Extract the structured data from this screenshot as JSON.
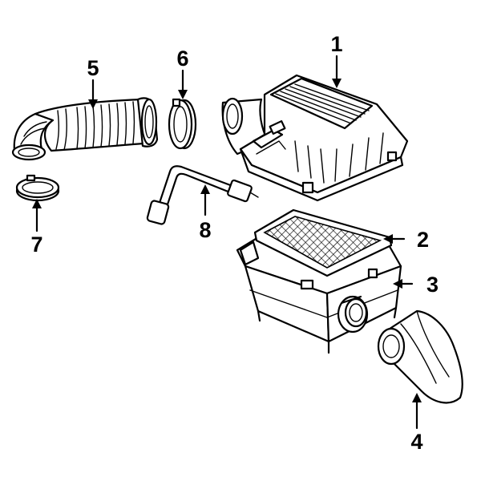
{
  "parts": [
    {
      "id": "air-cleaner-cover",
      "callout": "1"
    },
    {
      "id": "air-filter",
      "callout": "2"
    },
    {
      "id": "air-cleaner-housing",
      "callout": "3"
    },
    {
      "id": "intake-duct",
      "callout": "4"
    },
    {
      "id": "air-intake-hose",
      "callout": "5"
    },
    {
      "id": "hose-clamp-upper",
      "callout": "6"
    },
    {
      "id": "hose-clamp-lower",
      "callout": "7"
    },
    {
      "id": "breather-tube",
      "callout": "8"
    }
  ]
}
